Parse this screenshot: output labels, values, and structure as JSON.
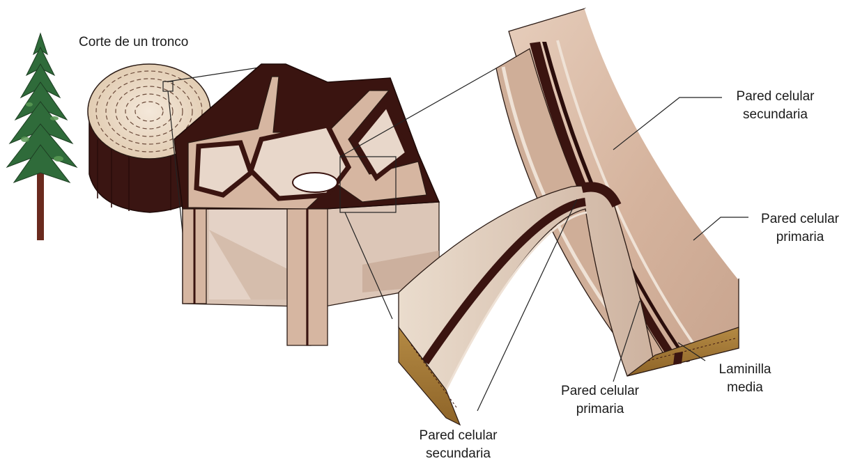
{
  "labels": {
    "trunk_section": "Corte de un tronco",
    "secondary_wall_top": [
      "Pared celular",
      "secundaria"
    ],
    "primary_wall_right": [
      "Pared celular",
      "primaria"
    ],
    "middle_lamella": [
      "Laminilla",
      "media"
    ],
    "primary_wall_bottom": [
      "Pared celular",
      "primaria"
    ],
    "secondary_wall_bottom": [
      "Pared celular",
      "secundaria"
    ]
  },
  "colors": {
    "wall_light": "#d9b9a4",
    "wall_shade": "#b89a86",
    "lamella_dark": "#3a1410",
    "wood_face": "#a87a34",
    "trunk_bark": "#3a1512",
    "tree_green": "#2f6b3a",
    "tree_trunk": "#6a2a1e"
  }
}
